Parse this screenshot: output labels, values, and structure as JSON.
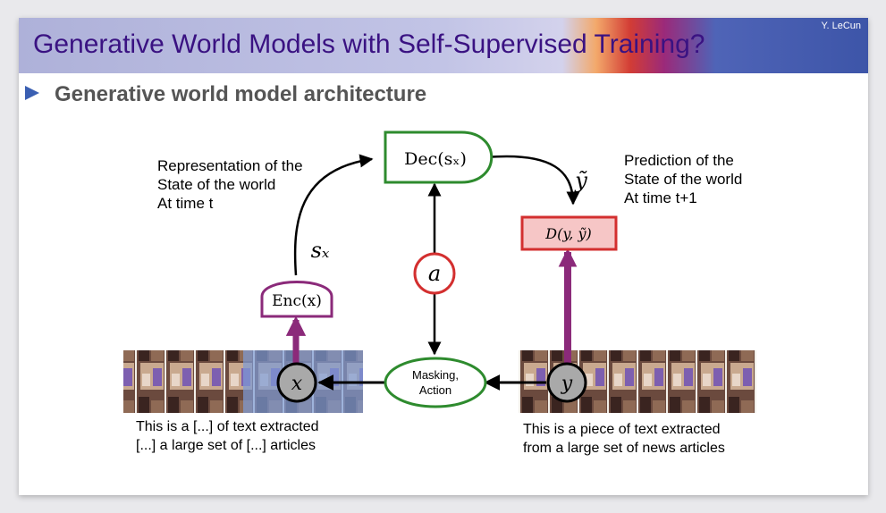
{
  "header": {
    "title": "Generative World Models with Self-Supervised Training?",
    "author": "Y. LeCun",
    "subtitle": "Generative world model architecture"
  },
  "labels": {
    "representation": [
      "Representation of the",
      "State of the world",
      "At time t"
    ],
    "prediction": [
      "Prediction of the",
      "State of the world",
      "At time t+1"
    ]
  },
  "nodes": {
    "decoder": "Dec(sₓ)",
    "encoder": "Enc(x)",
    "distance": "D(y, ỹ)",
    "action": "a",
    "masking": [
      "Masking,",
      "Action"
    ],
    "x": "x",
    "y": "y",
    "sx": "sₓ",
    "ytilde": "ỹ"
  },
  "captions": {
    "left": [
      "This is a [...] of text extracted",
      "[...] a large set of [...] articles"
    ],
    "right": [
      "This is a piece of text extracted",
      "from a large set of news articles"
    ]
  },
  "colors": {
    "title": "#3a1282",
    "green": "#2e8b2e",
    "purple": "#8b2a7a",
    "red": "#d32f2f",
    "pink_fill": "#f6c6c6",
    "subtitle": "#555555",
    "bullet": "#3a5fb2"
  }
}
